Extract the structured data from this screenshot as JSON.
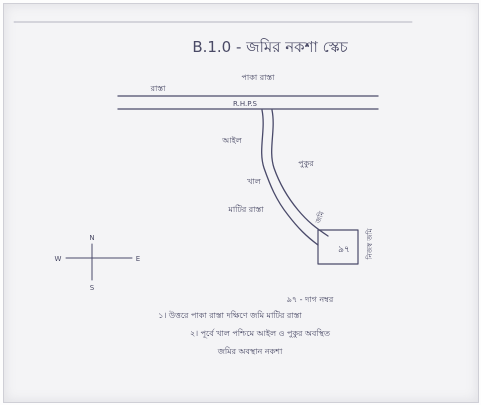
{
  "document": {
    "title": "B.1.0 - জমির নকশা স্কেচ",
    "road_label": "R.H.P.S",
    "road_names": [
      "রাস্তা",
      "পাকা রাস্তা"
    ],
    "path_labels": [
      "আইল",
      "পুকুর",
      "খাল",
      "মাটির রাস্তা",
      "জমি",
      "নিজস্ব জমি"
    ],
    "plot_label": "৯৭",
    "compass": {
      "north": "N",
      "south": "S",
      "east": "E",
      "west": "W"
    },
    "notes": [
      "৯৭ - দাগ নম্বর",
      "১। উত্তরে পাকা রাস্তা দক্ষিণে জমি মাটির রাস্তা",
      "২। পূর্বে খাল পশ্চিমে আইল ও পুকুর অবস্থিত",
      "জমির অবস্থান নকশা"
    ]
  }
}
